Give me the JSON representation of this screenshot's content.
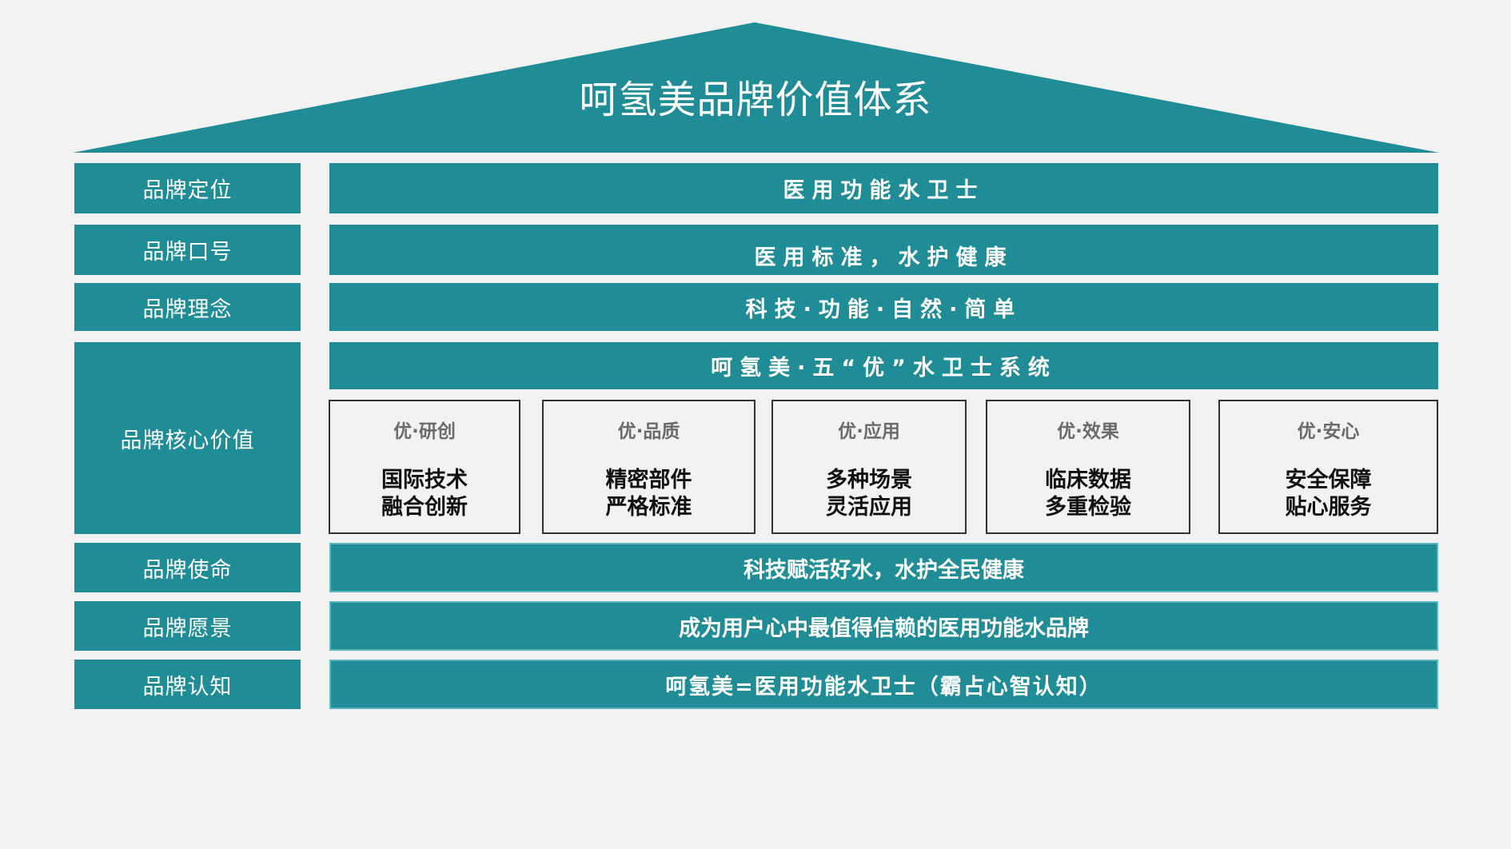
{
  "title": "呵氢美品牌价值体系",
  "colors": {
    "teal": "#1f8c96",
    "background": "#f2f2f2",
    "card_border": "#333333"
  },
  "rows": [
    {
      "label": "品牌定位",
      "content": "医用功能水卫士"
    },
    {
      "label": "品牌口号",
      "content": "医用标准，水护健康"
    },
    {
      "label": "品牌理念",
      "content": "科技·功能·自然·简单"
    },
    {
      "label": "品牌核心价值",
      "content": "呵氢美·五“优”水卫士系统"
    },
    {
      "label": "品牌使命",
      "content": "科技赋活好水，水护全民健康"
    },
    {
      "label": "品牌愿景",
      "content": "成为用户心中最值得信赖的医用功能水品牌"
    },
    {
      "label": "品牌认知",
      "content": "呵氢美=医用功能水卫士（霸占心智认知）"
    }
  ],
  "values": [
    {
      "head": "优·研创",
      "line1": "国际技术",
      "line2": "融合创新"
    },
    {
      "head": "优·品质",
      "line1": "精密部件",
      "line2": "严格标准"
    },
    {
      "head": "优·应用",
      "line1": "多种场景",
      "line2": "灵活应用"
    },
    {
      "head": "优·效果",
      "line1": "临床数据",
      "line2": "多重检验"
    },
    {
      "head": "优·安心",
      "line1": "安全保障",
      "line2": "贴心服务"
    }
  ]
}
